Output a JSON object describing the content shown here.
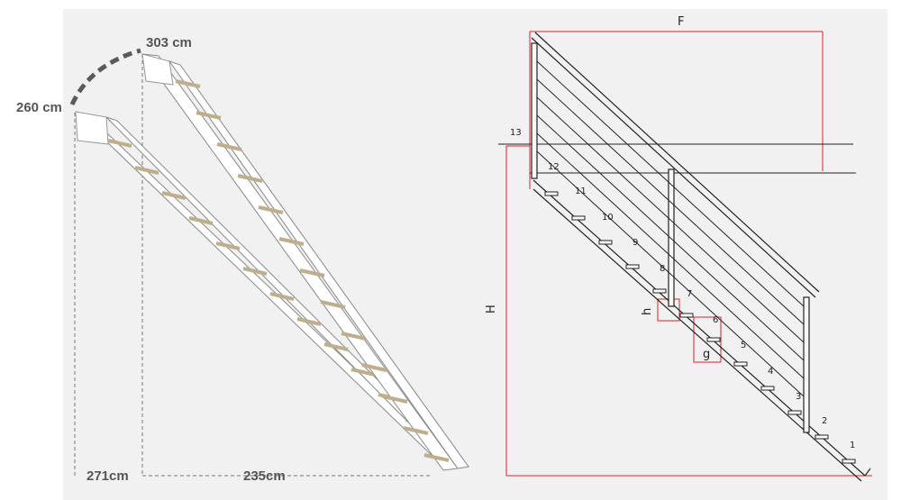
{
  "left_figure": {
    "label_303": "303 cm",
    "label_260": "260 cm",
    "label_271": "271cm",
    "label_235": "235cm"
  },
  "right_figure": {
    "label_F": "F",
    "label_H": "H",
    "label_h": "h",
    "label_g": "g",
    "step_numbers": [
      "1",
      "2",
      "3",
      "4",
      "5",
      "6",
      "7",
      "8",
      "9",
      "10",
      "11",
      "12",
      "13"
    ]
  },
  "colors": {
    "dimension_red": "#d8242c",
    "line_dark": "#222222",
    "gray_label": "#555555",
    "panel_bg": "#f1f1f1"
  }
}
